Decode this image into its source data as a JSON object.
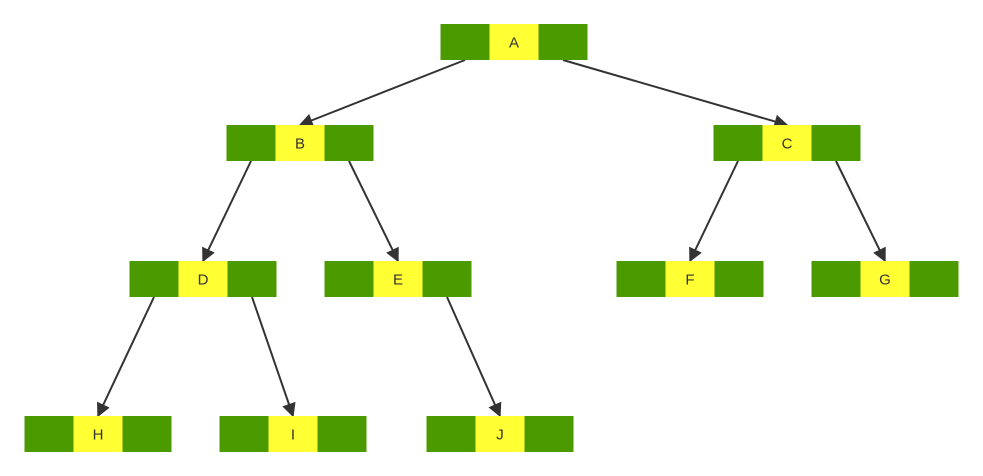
{
  "diagram": {
    "type": "binary-tree",
    "colors": {
      "pointer_cell": "#4b9a00",
      "value_cell": "#ffff33",
      "edge": "#333333",
      "label": "#333333"
    },
    "nodes": [
      {
        "id": "A",
        "label": "A"
      },
      {
        "id": "B",
        "label": "B"
      },
      {
        "id": "C",
        "label": "C"
      },
      {
        "id": "D",
        "label": "D"
      },
      {
        "id": "E",
        "label": "E"
      },
      {
        "id": "F",
        "label": "F"
      },
      {
        "id": "G",
        "label": "G"
      },
      {
        "id": "H",
        "label": "H"
      },
      {
        "id": "I",
        "label": "I"
      },
      {
        "id": "J",
        "label": "J"
      }
    ],
    "edges": [
      {
        "from": "A",
        "to": "B",
        "side": "left"
      },
      {
        "from": "A",
        "to": "C",
        "side": "right"
      },
      {
        "from": "B",
        "to": "D",
        "side": "left"
      },
      {
        "from": "B",
        "to": "E",
        "side": "right"
      },
      {
        "from": "C",
        "to": "F",
        "side": "left"
      },
      {
        "from": "C",
        "to": "G",
        "side": "right"
      },
      {
        "from": "D",
        "to": "H",
        "side": "left"
      },
      {
        "from": "D",
        "to": "I",
        "side": "right"
      },
      {
        "from": "E",
        "to": "J",
        "side": "right"
      }
    ]
  }
}
